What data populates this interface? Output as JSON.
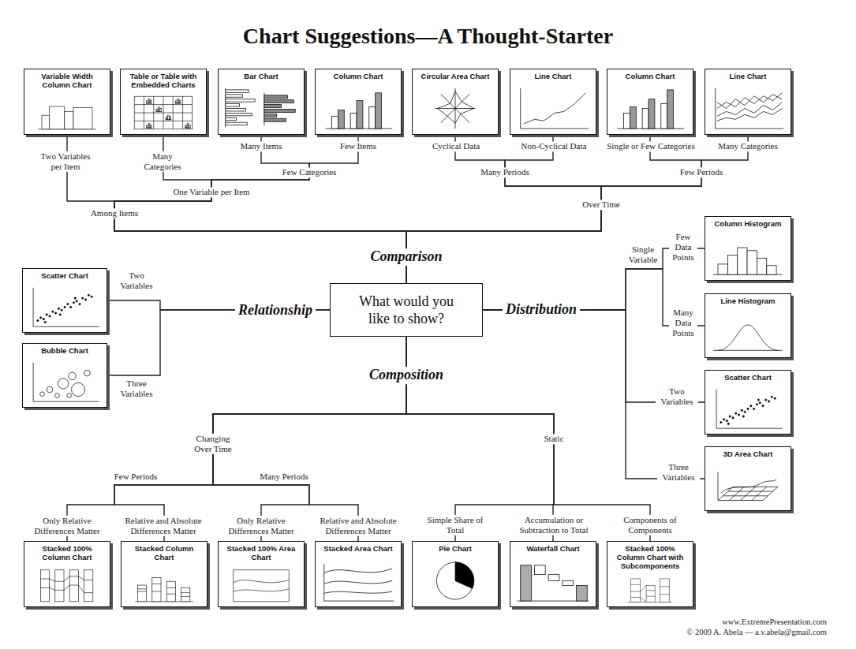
{
  "diagram": {
    "title": "Chart Suggestions—A Thought-Starter",
    "nodes": [
      {
        "text": [
          "Variable Width Column Chart"
        ]
      },
      {
        "text": [
          "Table or Table with Embedded Charts"
        ]
      },
      {
        "text": [
          "Bar Chart"
        ]
      },
      {
        "text": [
          "Column Chart"
        ]
      },
      {
        "text": [
          "Circular Area Chart"
        ]
      },
      {
        "text": [
          "Line Chart"
        ]
      },
      {
        "text": [
          "Column Chart"
        ]
      },
      {
        "text": [
          "Line Chart"
        ]
      },
      {
        "text": [
          "Scatter Chart"
        ]
      },
      {
        "text": [
          "Bubble Chart"
        ]
      },
      {
        "text": [
          "What would you like to show?"
        ]
      },
      {
        "text": [
          "Column Histogram"
        ]
      },
      {
        "text": [
          "Line Histogram"
        ]
      },
      {
        "text": [
          "Scatter Chart"
        ]
      },
      {
        "text": [
          "3D Area Chart"
        ]
      },
      {
        "text": [
          "Stacked 100% Column Chart"
        ]
      },
      {
        "text": [
          "Stacked Column Chart"
        ]
      },
      {
        "text": [
          "Stacked 100% Area Chart"
        ]
      },
      {
        "text": [
          "Stacked Area Chart"
        ]
      },
      {
        "text": [
          "Pie Chart"
        ]
      },
      {
        "text": [
          "Waterfall Chart"
        ]
      },
      {
        "text": [
          "Stacked 100% Column Chart with Subcomponents"
        ]
      }
    ],
    "edges": [
      {
        "from": 10,
        "to": 0,
        "arrow": "none"
      },
      {
        "from": 10,
        "to": 1,
        "arrow": "none"
      },
      {
        "from": 10,
        "to": 2,
        "arrow": "none"
      },
      {
        "from": 10,
        "to": 3,
        "arrow": "none"
      },
      {
        "from": 10,
        "to": 4,
        "arrow": "none"
      },
      {
        "from": 10,
        "to": 5,
        "arrow": "none"
      },
      {
        "from": 10,
        "to": 6,
        "arrow": "none"
      },
      {
        "from": 10,
        "to": 7,
        "arrow": "none"
      },
      {
        "from": 10,
        "to": 8,
        "arrow": "none"
      },
      {
        "from": 10,
        "to": 9,
        "arrow": "none"
      },
      {
        "from": 10,
        "to": 11,
        "arrow": "none"
      },
      {
        "from": 10,
        "to": 12,
        "arrow": "none"
      },
      {
        "from": 10,
        "to": 13,
        "arrow": "none"
      },
      {
        "from": 10,
        "to": 14,
        "arrow": "none"
      },
      {
        "from": 10,
        "to": 15,
        "arrow": "none"
      },
      {
        "from": 10,
        "to": 16,
        "arrow": "none"
      },
      {
        "from": 10,
        "to": 17,
        "arrow": "none"
      },
      {
        "from": 10,
        "to": 18,
        "arrow": "none"
      },
      {
        "from": 10,
        "to": 19,
        "arrow": "none"
      },
      {
        "from": 10,
        "to": 20,
        "arrow": "none"
      },
      {
        "from": 10,
        "to": 21,
        "arrow": "none"
      }
    ],
    "labels": [
      "Two Variables per Item",
      "Many Categories",
      "Many Items",
      "Few Items",
      "Few Categories",
      "One Variable per Item",
      "Among Items",
      "Cyclical Data",
      "Non-Cyclical Data",
      "Single or Few Categories",
      "Many Categories",
      "Many Periods",
      "Few Periods",
      "Over Time",
      "Comparison",
      "Two Variables",
      "Relationship",
      "Three Variables",
      "Distribution",
      "Single Variable",
      "Few Data Points",
      "Many Data Points",
      "Two Variables",
      "Three Variables",
      "Composition",
      "Changing Over Time",
      "Static",
      "Few Periods",
      "Many Periods",
      "Only Relative Differences Matter",
      "Relative and Absolute Differences Matter",
      "Only Relative Differences Matter",
      "Relative and Absolute Differences Matter",
      "Simple Share of Total",
      "Accumulation or Subtraction to Total",
      "Components of Components",
      "www.ExtremePresentation.com",
      "© 2009  A. Abela — a.v.abela@gmail.com"
    ]
  }
}
